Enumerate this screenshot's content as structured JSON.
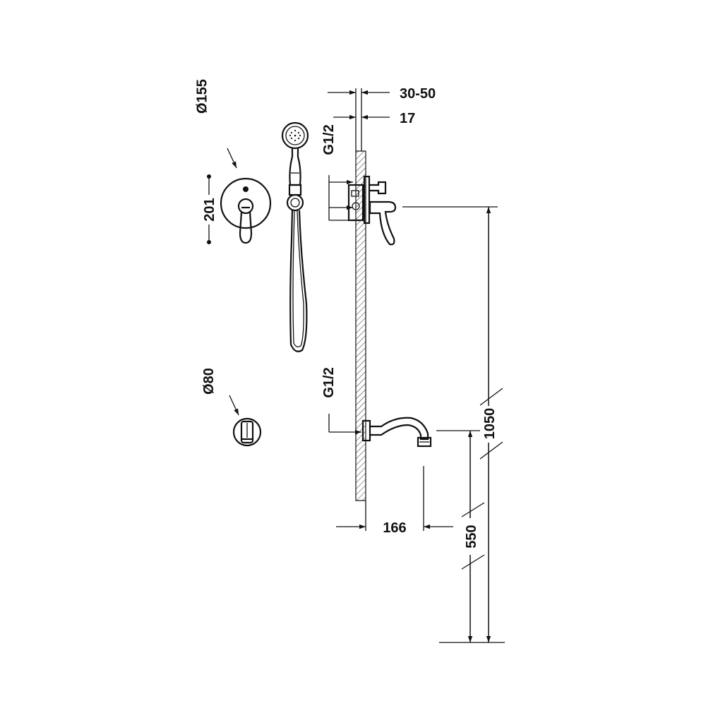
{
  "dimensions": {
    "depth_range": "30-50",
    "plate_offset": "17",
    "thread_top": "G1/2",
    "thread_bottom": "G1/2",
    "plate_diameter": "Ø155",
    "plate_height": "201",
    "spout_plate_diameter": "Ø80",
    "spout_projection": "166",
    "mixer_height": "1050",
    "spout_height": "550"
  },
  "colors": {
    "line": "#111111",
    "background": "#ffffff"
  }
}
